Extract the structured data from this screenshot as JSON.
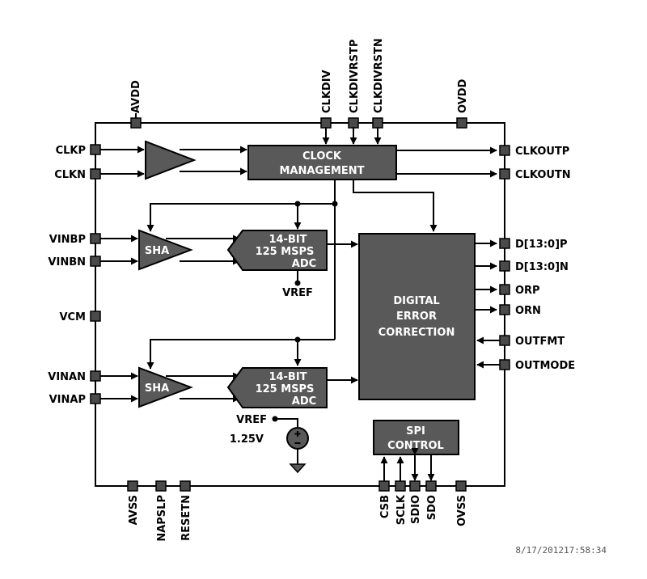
{
  "pins": {
    "top": [
      "AVDD",
      "CLKDIV",
      "CLKDIVRSTP",
      "CLKDIVRSTN",
      "OVDD"
    ],
    "left": [
      "CLKP",
      "CLKN",
      "VINBP",
      "VINBN",
      "VCM",
      "VINAN",
      "VINAP"
    ],
    "right": [
      "CLKOUTP",
      "CLKOUTN",
      "D[13:0]P",
      "D[13:0]N",
      "ORP",
      "ORN",
      "OUTFMT",
      "OUTMODE"
    ],
    "bottom": [
      "AVSS",
      "NAPSLP",
      "RESETN",
      "CSB",
      "SCLK",
      "SDIO",
      "SDO",
      "OVSS"
    ]
  },
  "blocks": {
    "clock": [
      "CLOCK",
      "MANAGEMENT"
    ],
    "sha_b": "SHA",
    "sha_a": "SHA",
    "adc_b": [
      "14-BIT",
      "125 MSPS",
      "ADC"
    ],
    "adc_a": [
      "14-BIT",
      "125 MSPS",
      "ADC"
    ],
    "dec": [
      "DIGITAL",
      "ERROR",
      "CORRECTION"
    ],
    "spi": [
      "SPI",
      "CONTROL"
    ]
  },
  "labels": {
    "vref_b": "VREF",
    "vref_a": "VREF",
    "vref_a_value": "1.25V",
    "timestamp": "8/17/201217:58:34"
  },
  "colors": {
    "block_fill": "#595959",
    "pin_fill": "#4a4a4a",
    "line": "#000000"
  }
}
